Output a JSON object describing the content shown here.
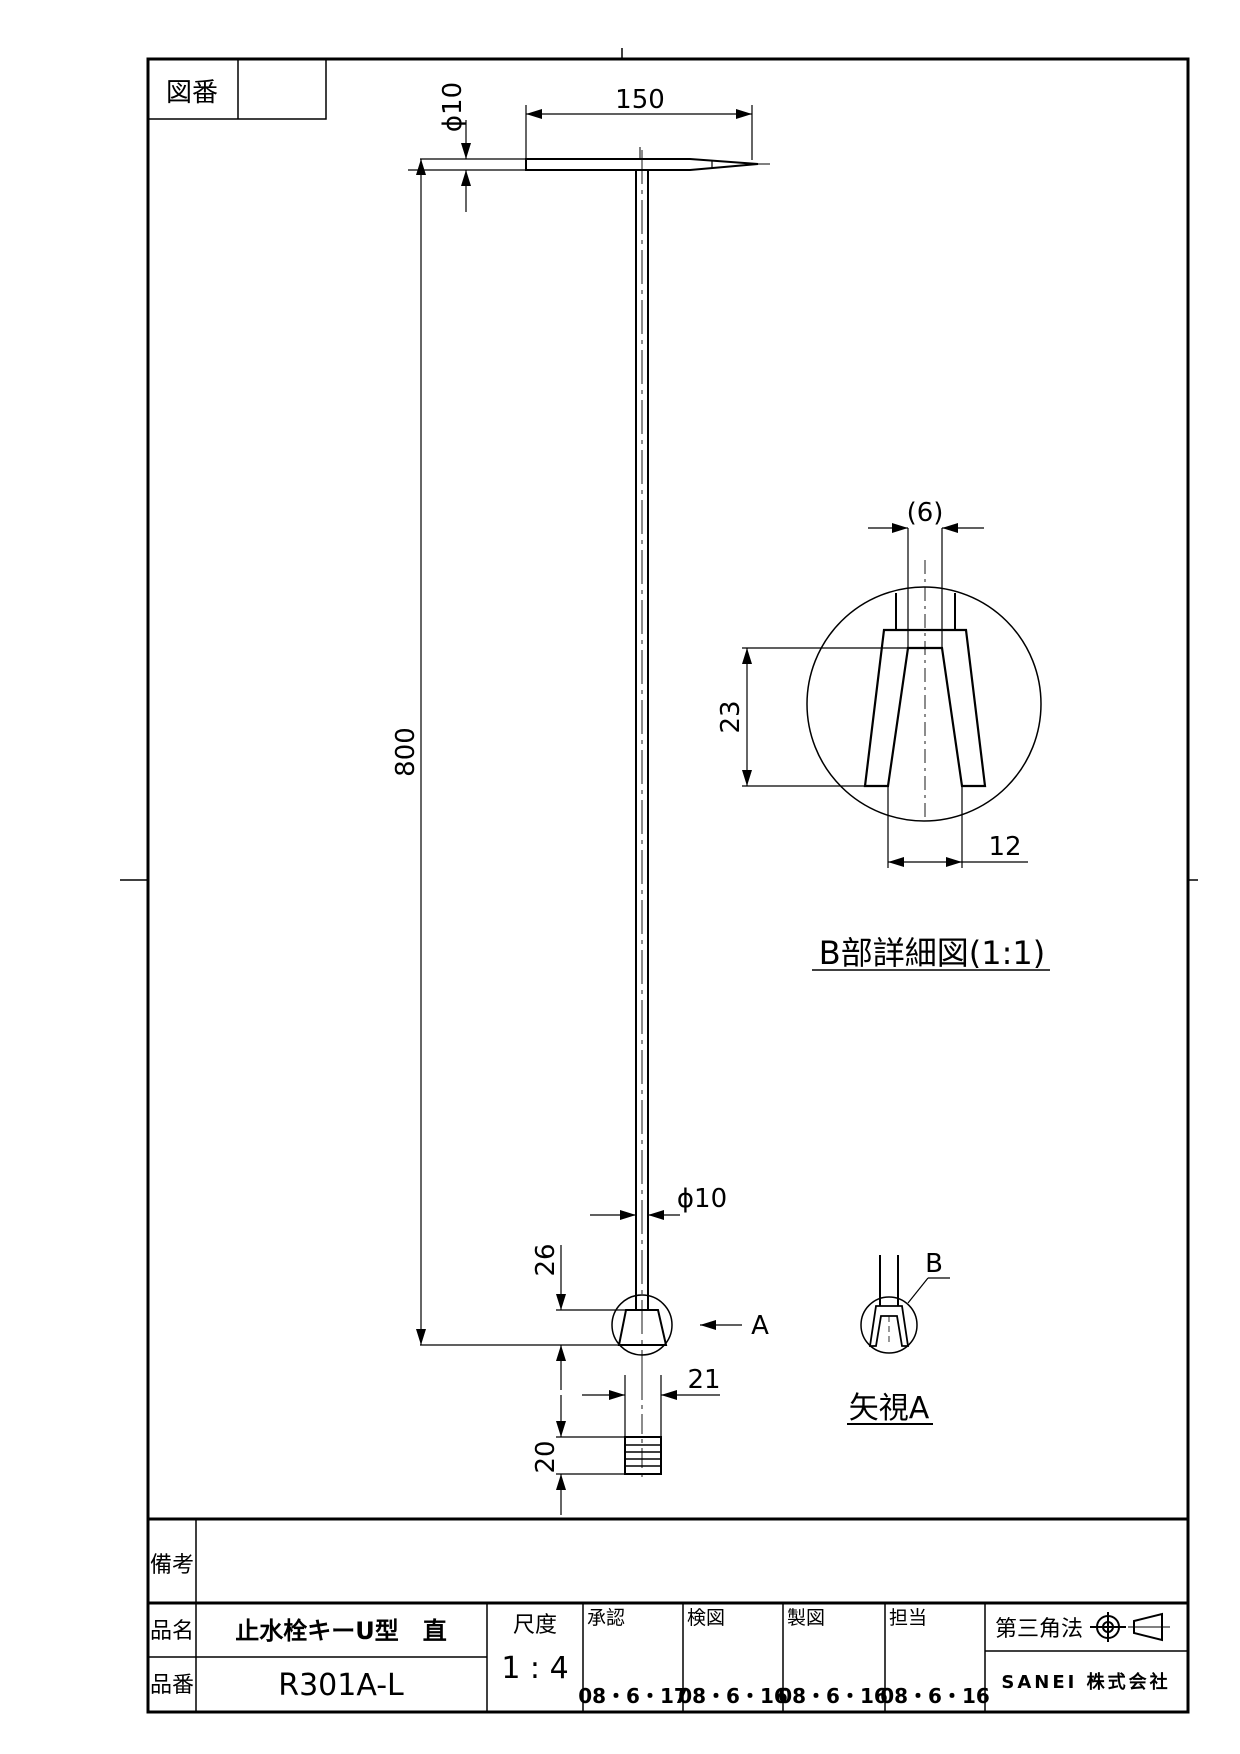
{
  "drawing_number_box": {
    "label": "図番",
    "value": ""
  },
  "dimensions": {
    "handle_length": "150",
    "handle_diameter": "ϕ10",
    "shaft_length": "800",
    "shaft_diameter": "ϕ10",
    "socket_depth": "26",
    "socket_width": "21",
    "side_height": "20",
    "detail_gap": "(6)",
    "detail_depth": "23",
    "detail_width": "12"
  },
  "labels": {
    "view_arrow": "A",
    "detail_ref": "B",
    "view_title": "矢視A",
    "detail_title": "B部詳細図(1:1)"
  },
  "title_block": {
    "remarks_label": "備考",
    "remarks_value": "",
    "name_label": "品名",
    "name_value": "止水栓キーU型　直",
    "number_label": "品番",
    "number_value": "R301A-L",
    "scale_label": "尺度",
    "scale_value": "1 : 4",
    "approval_label": "承認",
    "approval_date": "08・6・17",
    "check_label": "検図",
    "check_date": "08・6・16",
    "draft_label": "製図",
    "draft_date": "08・6・16",
    "charge_label": "担当",
    "charge_date": "08・6・16",
    "projection_label": "第三角法",
    "company": "SANEI 株式会社"
  }
}
